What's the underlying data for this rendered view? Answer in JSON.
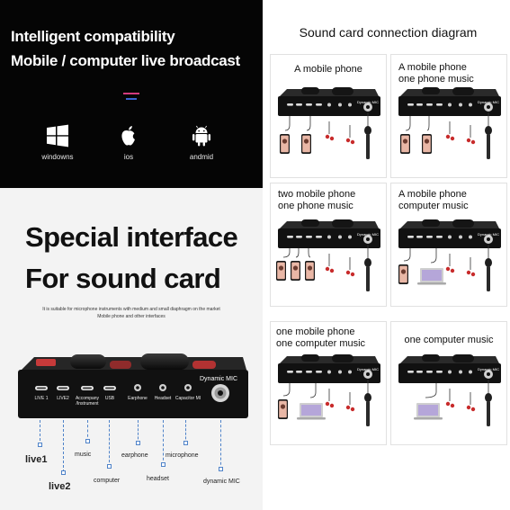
{
  "compatibility": {
    "title_line1": "Intelligent compatibility",
    "title_line2": "Mobile / computer live broadcast",
    "platforms": [
      {
        "label": "windowns",
        "icon": "windows-icon"
      },
      {
        "label": "ios",
        "icon": "apple-icon"
      },
      {
        "label": "andmid",
        "icon": "android-icon"
      }
    ]
  },
  "interface": {
    "title_line1": "Special interface",
    "title_line2": "For sound card",
    "note_line1": "It is suitable for microphone instruments with medium and small diaphragm on the market",
    "note_line2": "Mobile phone and other interfaces",
    "device_brand": "Dynamic MIC",
    "ports": [
      {
        "label": "LIVE 1"
      },
      {
        "label": "LIVE2"
      },
      {
        "label": "Accompany /Instrument"
      },
      {
        "label": "USB"
      },
      {
        "label": "Earphone"
      },
      {
        "label": "Headset"
      },
      {
        "label": "Capacitor MI"
      }
    ],
    "callouts": {
      "live1": "live1",
      "live2": "live2",
      "music": "music",
      "computer": "computer",
      "earphone": "earphone",
      "headset": "headset",
      "microphone": "microphone",
      "dynamic_mic": "dynamic MIC"
    }
  },
  "diagram": {
    "title": "Sound card connection diagram",
    "cells": [
      {
        "title_line1": "A mobile phone",
        "title_line2": "",
        "device_brand": "Dynamic MIC"
      },
      {
        "title_line1": "A mobile phone",
        "title_line2": "one  phone music",
        "device_brand": "Dynamic MIC"
      },
      {
        "title_line1": "two mobile phone",
        "title_line2": "one  phone music",
        "device_brand": "Dynamic MIC"
      },
      {
        "title_line1": "A mobile phone",
        "title_line2": "computer music",
        "device_brand": "Dynamic MIC"
      },
      {
        "title_line1": "one mobile phone",
        "title_line2": "one  computer music",
        "device_brand": "Dynamic MIC"
      },
      {
        "title_line1": "one  computer music",
        "title_line2": "",
        "device_brand": "Dynamic MIC"
      }
    ]
  }
}
